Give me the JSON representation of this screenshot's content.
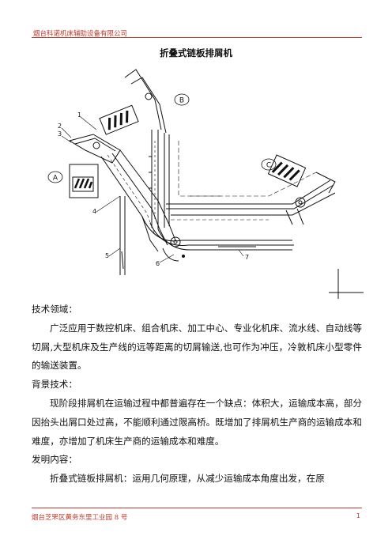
{
  "header": {
    "company": "烟台科诺机床辅助设备有限公司"
  },
  "document": {
    "title": "折叠式链板排屑机",
    "paragraphs": [
      {
        "kind": "heading",
        "text": "技术领域："
      },
      {
        "kind": "para",
        "text": "广泛应用于数控机床、组合机床、加工中心、专业化机床、流水线、自动线等切屑,大型机床及生产线的远等距离的切屑输送,也可作为冲压，冷敦机床小型零件的输送装置。"
      },
      {
        "kind": "heading",
        "text": "背景技术："
      },
      {
        "kind": "para",
        "text": "现阶段排屑机在运输过程中都普遍存在一个缺点：体积大，运输成本高，部分因抬头出屑口处过高，不能顺利通过限高桥。既增加了排屑机生产商的运输成本和难度，亦增加了机床生产商的运输成本和难度。"
      },
      {
        "kind": "heading",
        "text": "发明内容："
      },
      {
        "kind": "para",
        "text": "折叠式链板排屑机：运用几何原理，从减少运输成本角度出发，在原"
      }
    ]
  },
  "figure": {
    "view_labels": [
      "A",
      "B",
      "C"
    ],
    "part_numbers": [
      "1",
      "2",
      "3",
      "4",
      "5",
      "6",
      "7"
    ]
  },
  "footer": {
    "address": "烟台芝罘区黄务东里工业园 8 号",
    "page_number": "1"
  }
}
